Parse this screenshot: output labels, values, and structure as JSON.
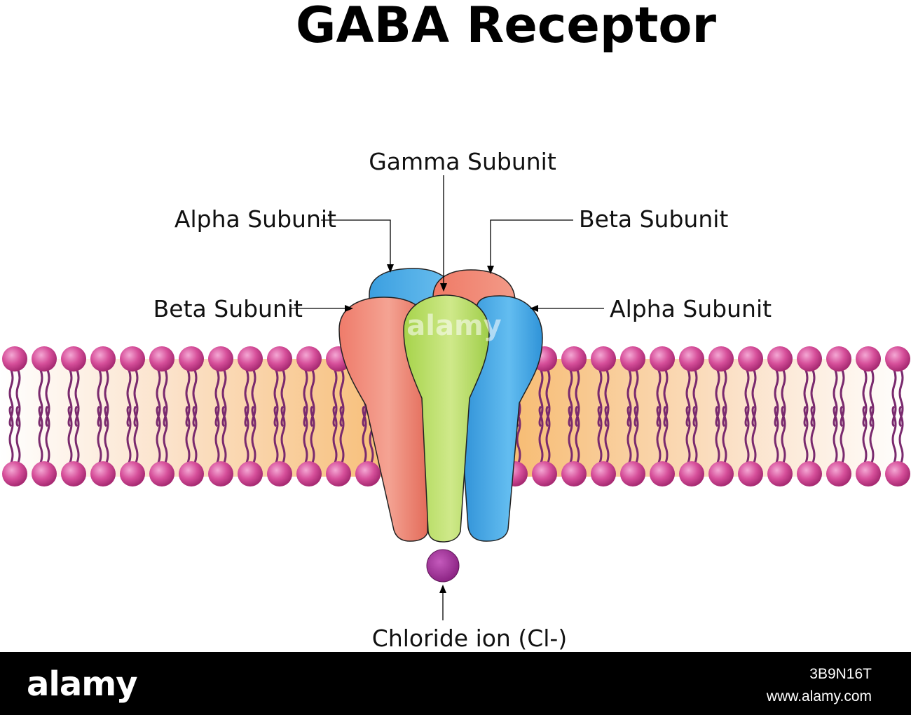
{
  "title": "GABA Receptor",
  "labels": {
    "gamma": "Gamma Subunit",
    "alpha_top_left": "Alpha Subunit",
    "beta_top_right": "Beta Subunit",
    "beta_left": "Beta Subunit",
    "alpha_right": "Alpha Subunit",
    "chloride": "Chloride ion (Cl-)"
  },
  "colors": {
    "beta": "#f0806e",
    "alpha": "#3aa2e2",
    "gamma": "#b5dc5c",
    "lipid_head": "#c43a86",
    "lipid_tail": "#7a2a6e",
    "membrane_core": "#f6b35e",
    "chloride_ion": "#9c2f92"
  },
  "watermark": "alamy",
  "footer": {
    "brand": "alamy",
    "image_id": "3B9N16T",
    "url": "www.alamy.com"
  }
}
